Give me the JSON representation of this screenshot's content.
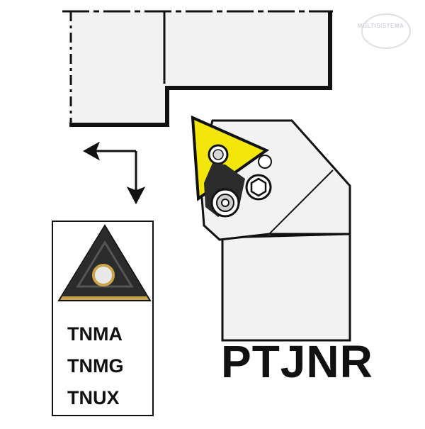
{
  "insert_codes": [
    "TNMA",
    "TNMG",
    "TNUX"
  ],
  "holder_code": "PTJNR",
  "watermark_text": "MULTISISTEMA",
  "colors": {
    "line": "#111111",
    "insert_yellow": "#f2e60a",
    "insert_dark": "#2b2b2b",
    "coating_gold": "#c9a44a",
    "holder_fill": "#f2f2f2"
  },
  "icons": [
    "direction-arrows-icon",
    "hex-screw-icon",
    "clamp-screw-icon"
  ]
}
